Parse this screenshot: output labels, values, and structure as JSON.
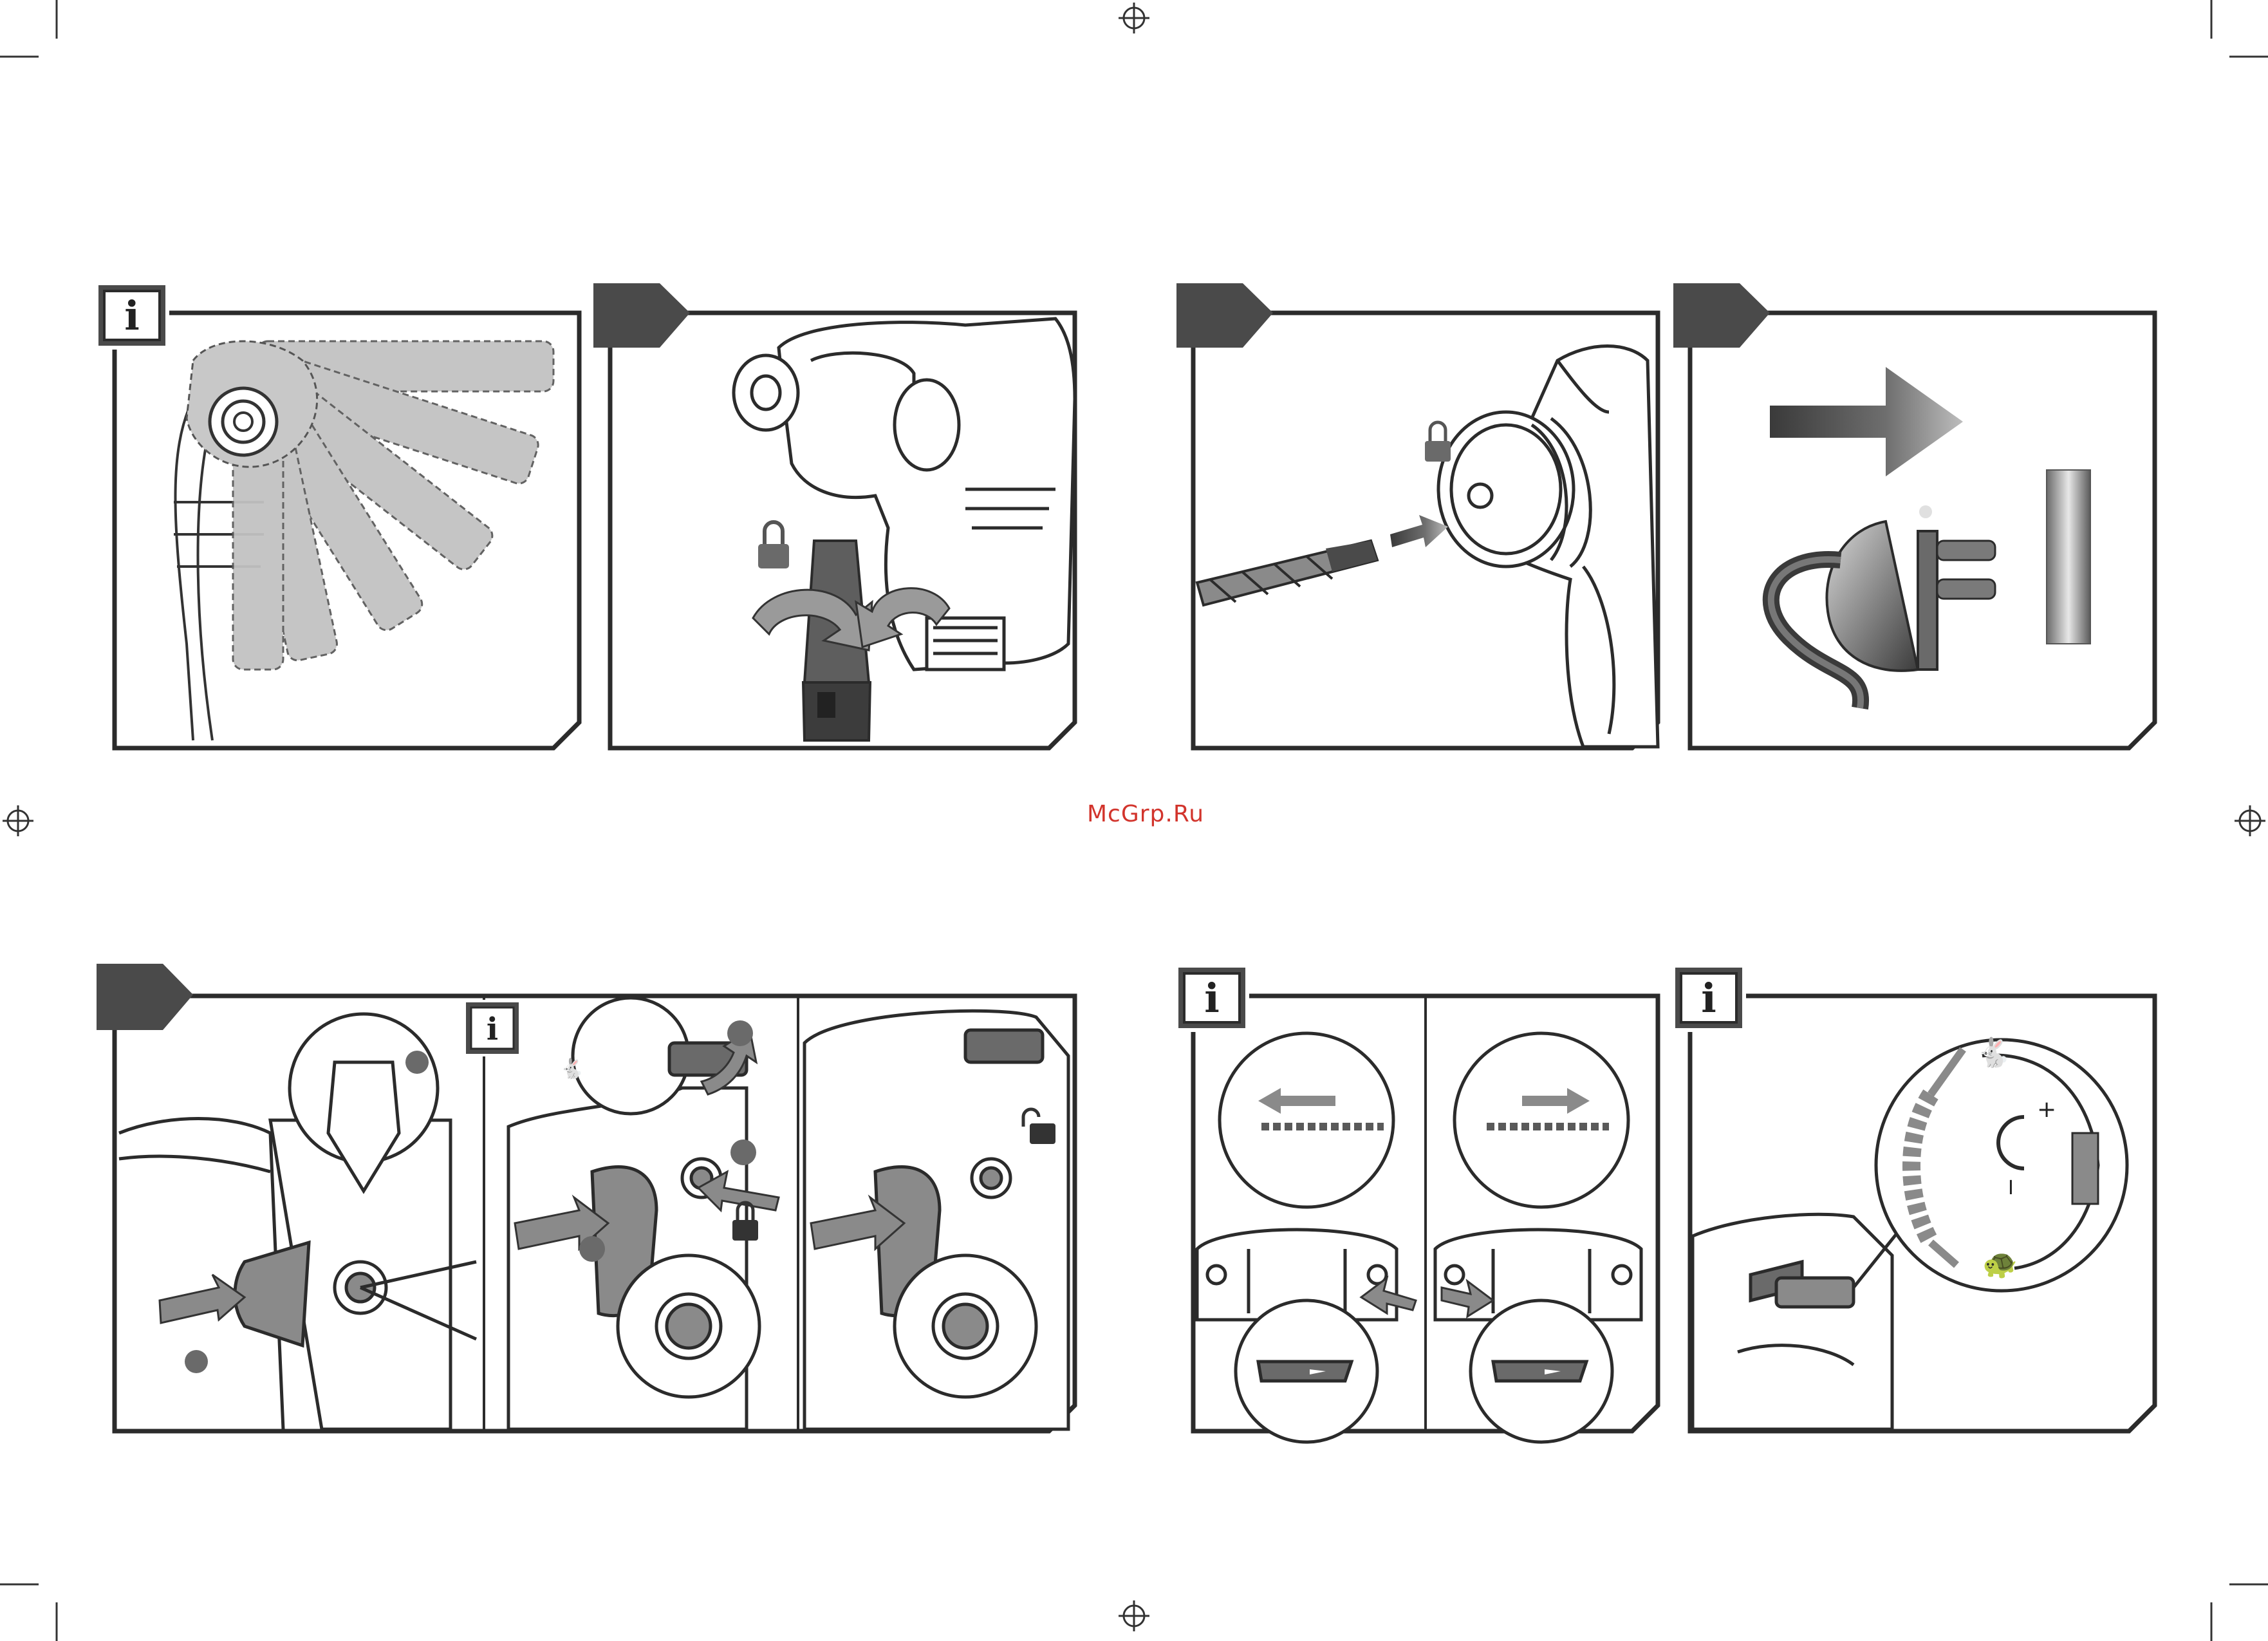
{
  "watermark": "McGrp.Ru",
  "colors": {
    "frame": "#2b2b2b",
    "tab": "#4a4a4a",
    "figure_gray": "#bdbdbd",
    "mid_gray": "#7a7a7a",
    "watermark_red": "#d2342c"
  },
  "panels": [
    {
      "id": "info-handle-rotation",
      "badge": "i",
      "icon": "info-icon"
    },
    {
      "id": "auxiliary-handle",
      "badge": "",
      "icon": "lock-icon"
    },
    {
      "id": "insert-drill-bit",
      "badge": "",
      "icon": "lock-icon"
    },
    {
      "id": "plug-in",
      "badge": "",
      "icon": "plug-icon"
    },
    {
      "id": "switch-lock",
      "badge": "",
      "icon": "lock-icon"
    },
    {
      "id": "info-rotation-direction",
      "badge": "i",
      "icon": "info-icon"
    },
    {
      "id": "info-speed-control",
      "badge": "i",
      "icon": "info-icon"
    }
  ],
  "speed_dial": {
    "plus": "+",
    "minus": "I"
  }
}
